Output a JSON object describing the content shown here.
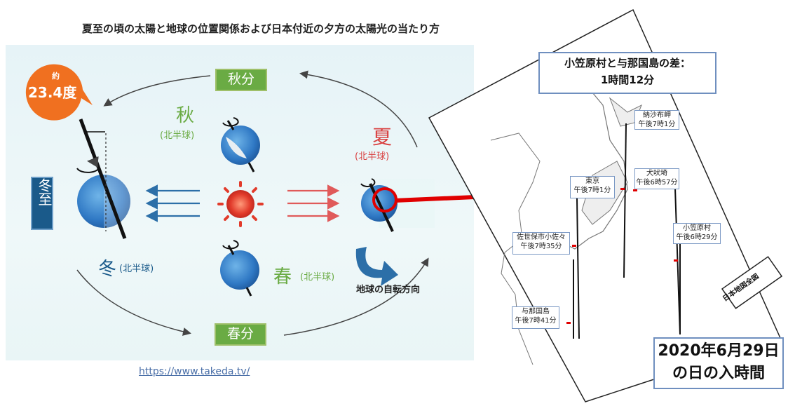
{
  "title": "夏至の頃の太陽と地球の位置関係および日本付近の夕方の太陽光の当たり方",
  "seasons": {
    "autumn_tag": "秋分",
    "spring_tag": "春分",
    "winter_tag": "冬至",
    "autumn_kanji": "秋",
    "autumn_sub": "(北半球)",
    "summer_kanji": "夏",
    "summer_sub": "(北半球)",
    "winter_kanji": "冬",
    "winter_sub": "(北半球)",
    "spring_kanji": "春",
    "spring_sub": "(北半球)"
  },
  "tilt": {
    "prefix": "約",
    "value": "23.4度"
  },
  "rotation_label": "地球の自転方向",
  "source_url": "https://www.takeda.tv/",
  "difference_box": {
    "line1": "小笠原村と与那国島の差：",
    "line2": "1時間12分"
  },
  "sunset_points": [
    {
      "place": "納沙布岬",
      "time": "午後7時1分"
    },
    {
      "place": "東京",
      "time": "午後7時1分"
    },
    {
      "place": "犬吠埼",
      "time": "午後6時57分"
    },
    {
      "place": "佐世保市小佐々",
      "time": "午後7時35分"
    },
    {
      "place": "小笠原村",
      "time": "午後6時29分"
    },
    {
      "place": "与那国島",
      "time": "午後7時41分"
    }
  ],
  "date_box": {
    "line1": "2020年6月29日",
    "line2": "の日の入時間"
  },
  "map_legend": "日本地図全図",
  "colors": {
    "summer_red": "#d94040",
    "season_green": "#5f9f3f",
    "winter_blue": "#1a5a8a",
    "arrow_red": "#e00000"
  }
}
